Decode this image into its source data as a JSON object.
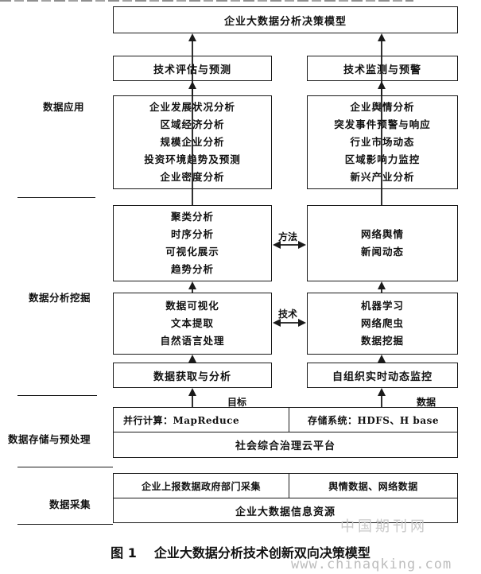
{
  "title_box": "企业大数据分析决策模型",
  "layers": {
    "app": "数据应用",
    "mining": "数据分析挖掘",
    "storage": "数据存储与预处理",
    "collect": "数据采集"
  },
  "left": {
    "evaluate": "技术评估与预测",
    "analysis": [
      "企业发展状况分析",
      "区域经济分析",
      "规模企业分析",
      "投资环境趋势及预测",
      "企业密度分析"
    ],
    "methods": [
      "聚类分析",
      "时序分析",
      "可视化展示",
      "趋势分析"
    ],
    "tech": [
      "数据可视化",
      "文本提取",
      "自然语言处理"
    ],
    "acquire": "数据获取与分析"
  },
  "right": {
    "monitor": "技术监测与预警",
    "sentiment": [
      "企业舆情分析",
      "突发事件预警与响应",
      "行业市场动态",
      "区域影响力监控",
      "新兴产业分析"
    ],
    "methods": [
      "网络舆情",
      "新闻动态"
    ],
    "tech": [
      "机器学习",
      "网络爬虫",
      "数据挖掘"
    ],
    "acquire": "自组织实时动态监控"
  },
  "links": {
    "method": "方法",
    "tech": "技术",
    "target": "目标",
    "data": "数据"
  },
  "storage": {
    "compute": "并行计算：MapReduce",
    "store": "存储系统：HDFS、H base",
    "platform": "社会综合治理云平台"
  },
  "collection": {
    "gov": "企业上报数据政府部门采集",
    "sentiment": "舆情数据、网络数据",
    "source": "企业大数据信息资源"
  },
  "caption": {
    "figure": "图 1",
    "text": "企业大数据分析技术创新双向决策模型"
  },
  "watermark": {
    "cn": "中国期刊网",
    "url": "www.chinaqking.com"
  }
}
